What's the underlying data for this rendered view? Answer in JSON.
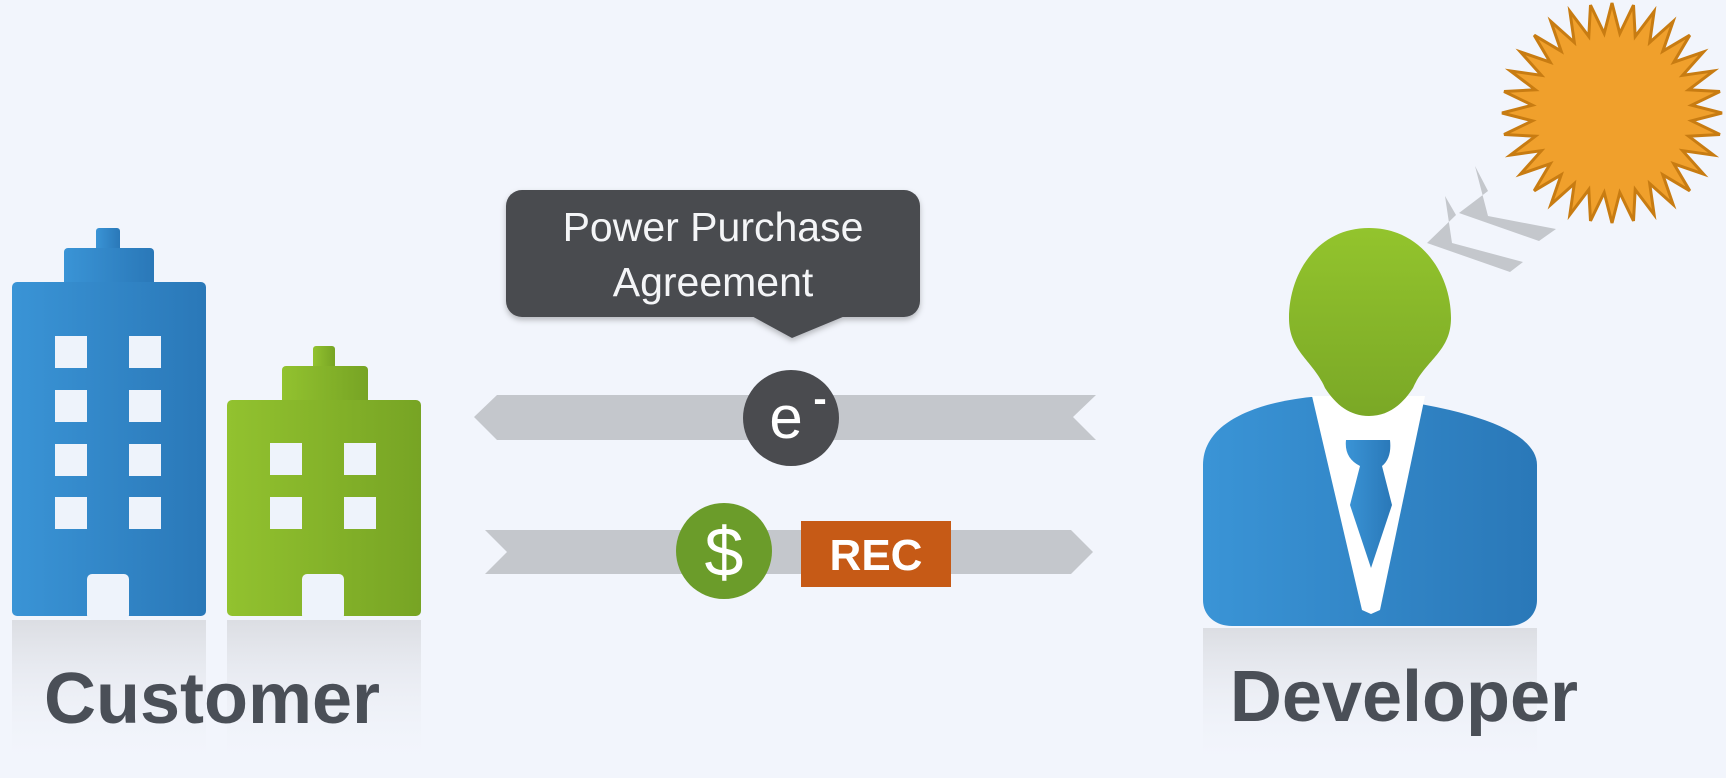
{
  "labels": {
    "agreement_line1": "Power Purchase",
    "agreement_line2": "Agreement",
    "electron_symbol": "e",
    "electron_charge": "-",
    "dollar_symbol": "$",
    "rec": "REC",
    "customer": "Customer",
    "developer": "Developer"
  },
  "colors": {
    "background": "#f2f5fc",
    "blue": "#2f86c9",
    "green": "#86b82a",
    "gray_arrow": "#c4c7cc",
    "dark": "#4a4b4f",
    "rec_orange": "#c65a16",
    "dollar_green": "#6b9c2a",
    "sun": "#f0a02c",
    "sun_outline": "#c87c12",
    "label_text": "#4a4f57"
  },
  "icons": [
    "office-building-icon",
    "small-building-icon",
    "sun-icon",
    "person-icon",
    "electron-icon",
    "dollar-icon"
  ]
}
